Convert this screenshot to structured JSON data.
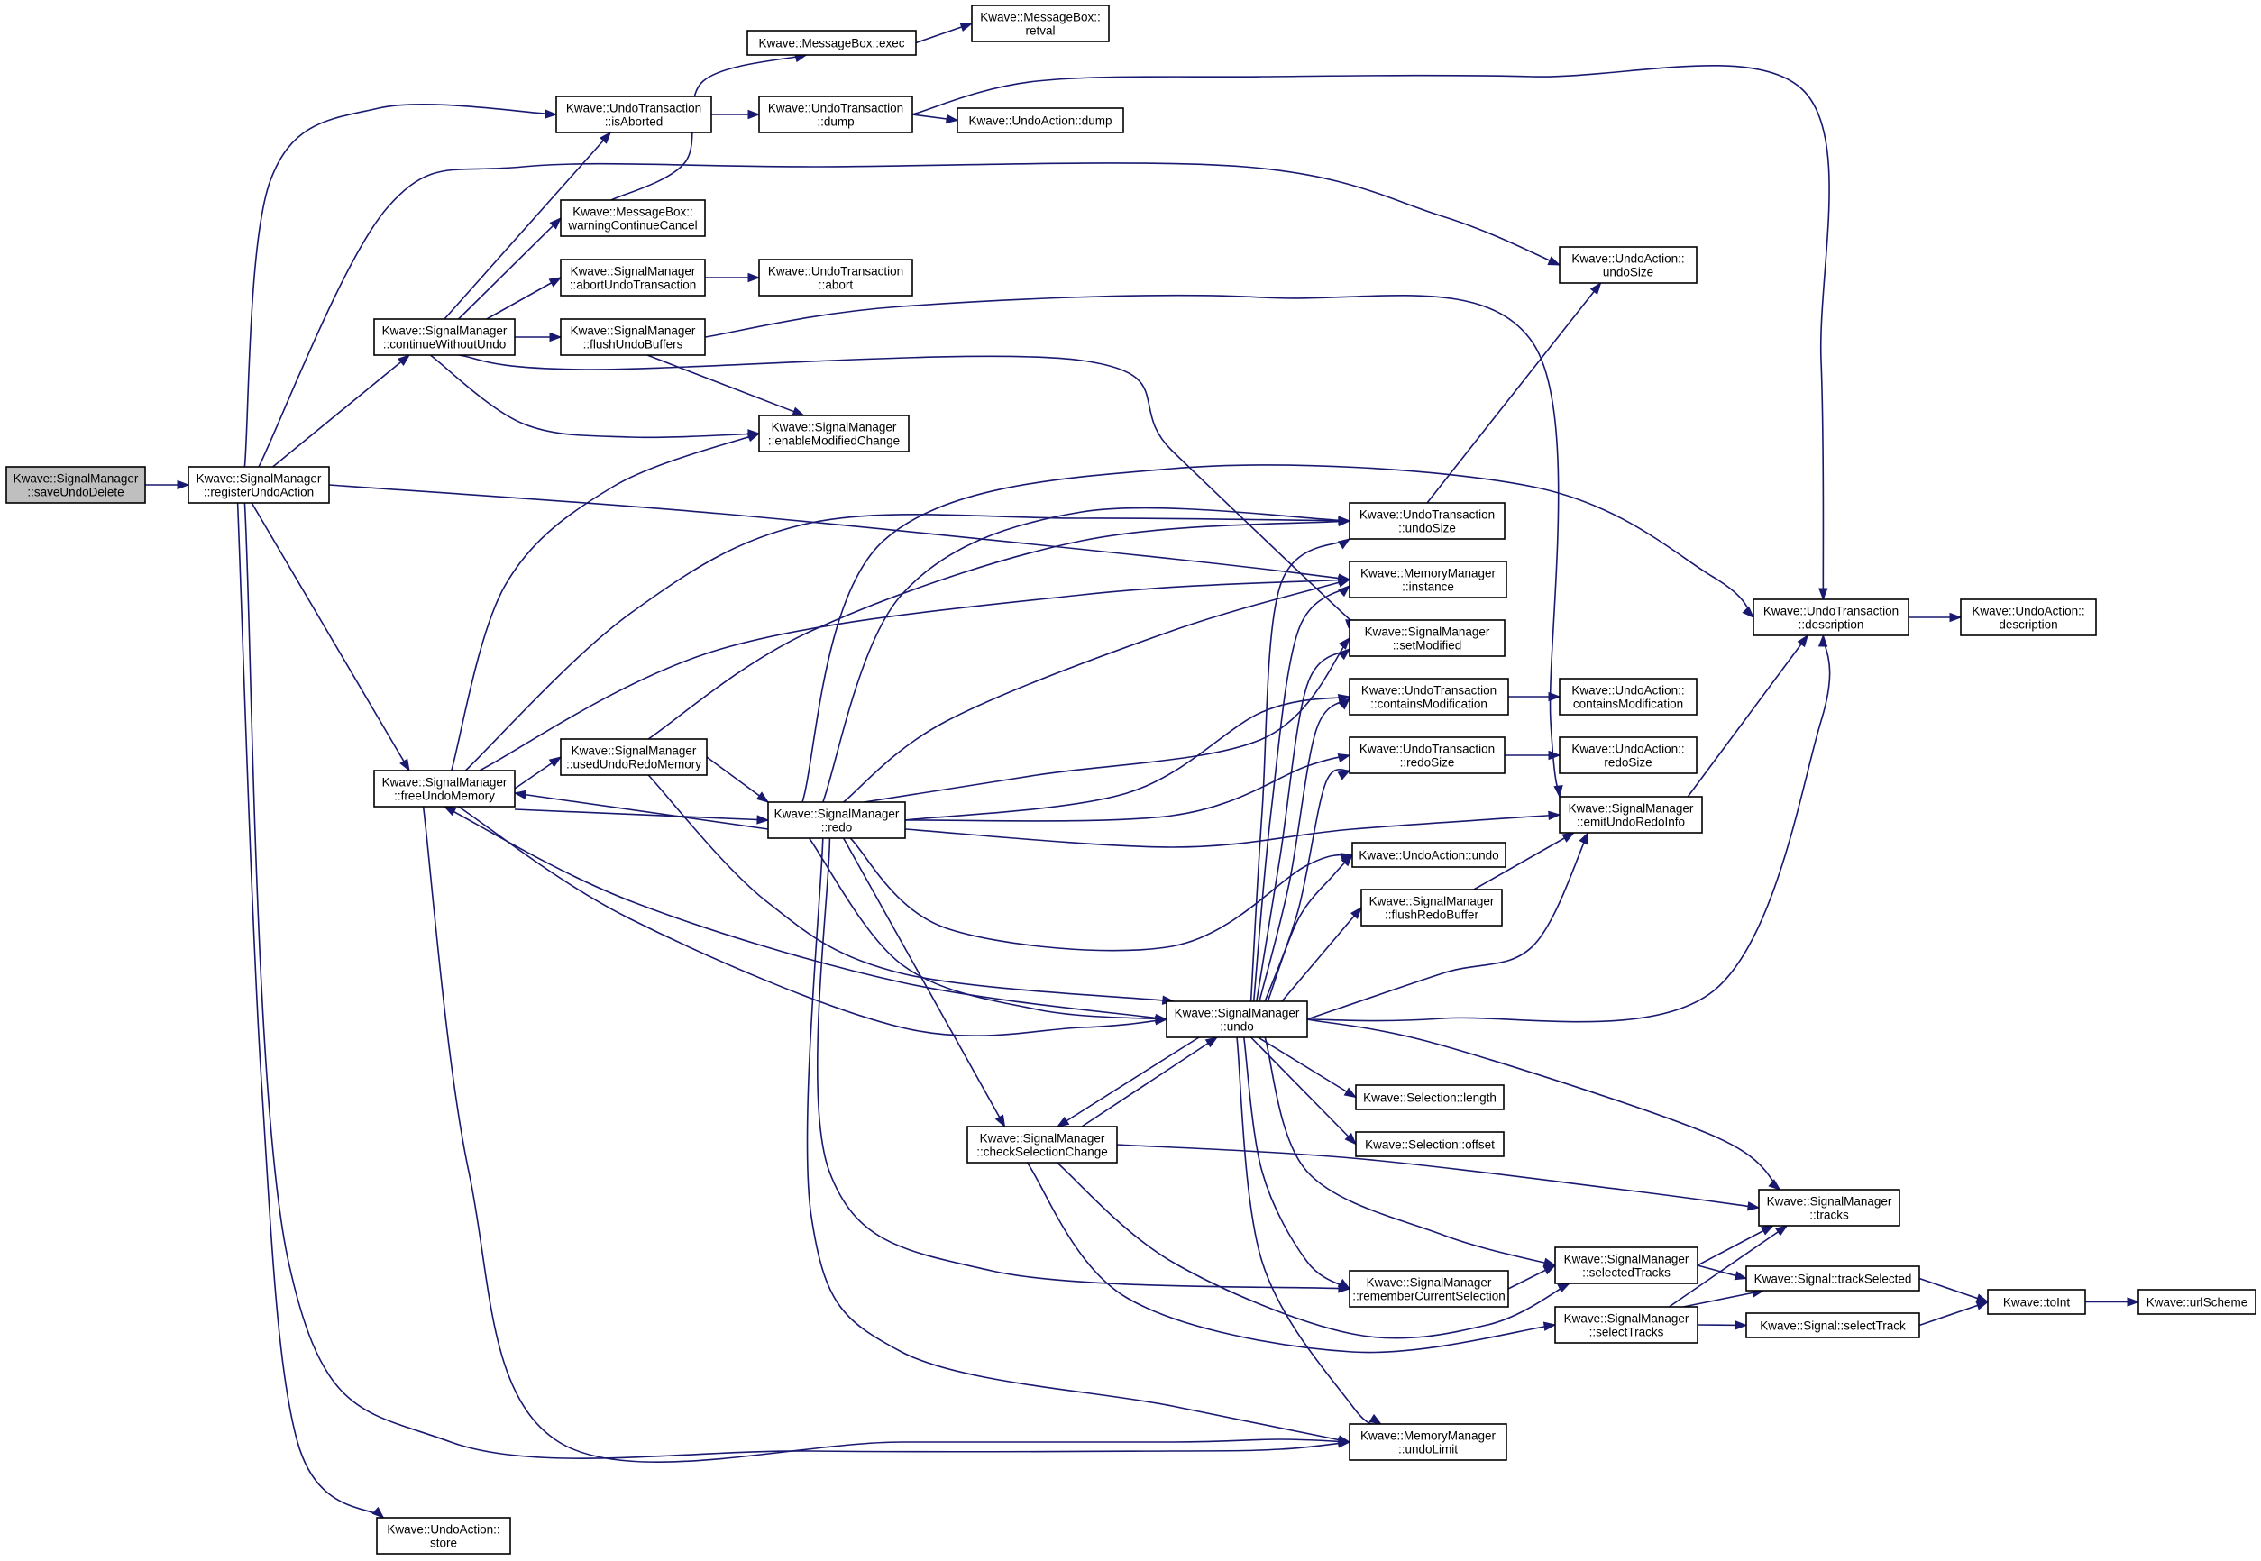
{
  "colors": {
    "edge": "#191970",
    "node_border": "#000000",
    "root_fill": "#bfbfbf",
    "node_fill": "#ffffff"
  },
  "nodes": {
    "saveUndoDelete": [
      "Kwave::SignalManager",
      "::saveUndoDelete"
    ],
    "registerUndoAction": [
      "Kwave::SignalManager",
      "::registerUndoAction"
    ],
    "isAborted": [
      "Kwave::UndoTransaction",
      "::isAborted"
    ],
    "mbExec": [
      "Kwave::MessageBox::exec"
    ],
    "mbRetval": [
      "Kwave::MessageBox::",
      "retval"
    ],
    "utDump": [
      "Kwave::UndoTransaction",
      "::dump"
    ],
    "uaDump": [
      "Kwave::UndoAction::dump"
    ],
    "warningContinueCancel": [
      "Kwave::MessageBox::",
      "warningContinueCancel"
    ],
    "abortUndoTransaction": [
      "Kwave::SignalManager",
      "::abortUndoTransaction"
    ],
    "utAbort": [
      "Kwave::UndoTransaction",
      "::abort"
    ],
    "continueWithoutUndo": [
      "Kwave::SignalManager",
      "::continueWithoutUndo"
    ],
    "flushUndoBuffers": [
      "Kwave::SignalManager",
      "::flushUndoBuffers"
    ],
    "enableModifiedChange": [
      "Kwave::SignalManager",
      "::enableModifiedChange"
    ],
    "uaUndoSize": [
      "Kwave::UndoAction::",
      "undoSize"
    ],
    "utUndoSize": [
      "Kwave::UndoTransaction",
      "::undoSize"
    ],
    "mmInstance": [
      "Kwave::MemoryManager",
      "::instance"
    ],
    "setModified": [
      "Kwave::SignalManager",
      "::setModified"
    ],
    "utContainsModification": [
      "Kwave::UndoTransaction",
      "::containsModification"
    ],
    "uaContainsModification": [
      "Kwave::UndoAction::",
      "containsModification"
    ],
    "utRedoSize": [
      "Kwave::UndoTransaction",
      "::redoSize"
    ],
    "uaRedoSize": [
      "Kwave::UndoAction::",
      "redoSize"
    ],
    "utDescription": [
      "Kwave::UndoTransaction",
      "::description"
    ],
    "uaDescription": [
      "Kwave::UndoAction::",
      "description"
    ],
    "emitUndoRedoInfo": [
      "Kwave::SignalManager",
      "::emitUndoRedoInfo"
    ],
    "freeUndoMemory": [
      "Kwave::SignalManager",
      "::freeUndoMemory"
    ],
    "usedUndoRedoMemory": [
      "Kwave::SignalManager",
      "::usedUndoRedoMemory"
    ],
    "redo": [
      "Kwave::SignalManager",
      "::redo"
    ],
    "uaUndo": [
      "Kwave::UndoAction::undo"
    ],
    "flushRedoBuffer": [
      "Kwave::SignalManager",
      "::flushRedoBuffer"
    ],
    "undo": [
      "Kwave::SignalManager",
      "::undo"
    ],
    "selLength": [
      "Kwave::Selection::length"
    ],
    "selOffset": [
      "Kwave::Selection::offset"
    ],
    "checkSelectionChange": [
      "Kwave::SignalManager",
      "::checkSelectionChange"
    ],
    "tracks": [
      "Kwave::SignalManager",
      "::tracks"
    ],
    "selectedTracks": [
      "Kwave::SignalManager",
      "::selectedTracks"
    ],
    "rememberCurrentSelection": [
      "Kwave::SignalManager",
      "::rememberCurrentSelection"
    ],
    "trackSelected": [
      "Kwave::Signal::trackSelected"
    ],
    "toInt": [
      "Kwave::toInt"
    ],
    "urlScheme": [
      "Kwave::urlScheme"
    ],
    "selectTracks": [
      "Kwave::SignalManager",
      "::selectTracks"
    ],
    "selectTrack": [
      "Kwave::Signal::selectTrack"
    ],
    "undoLimit": [
      "Kwave::MemoryManager",
      "::undoLimit"
    ],
    "uaStore": [
      "Kwave::UndoAction::",
      "store"
    ]
  }
}
